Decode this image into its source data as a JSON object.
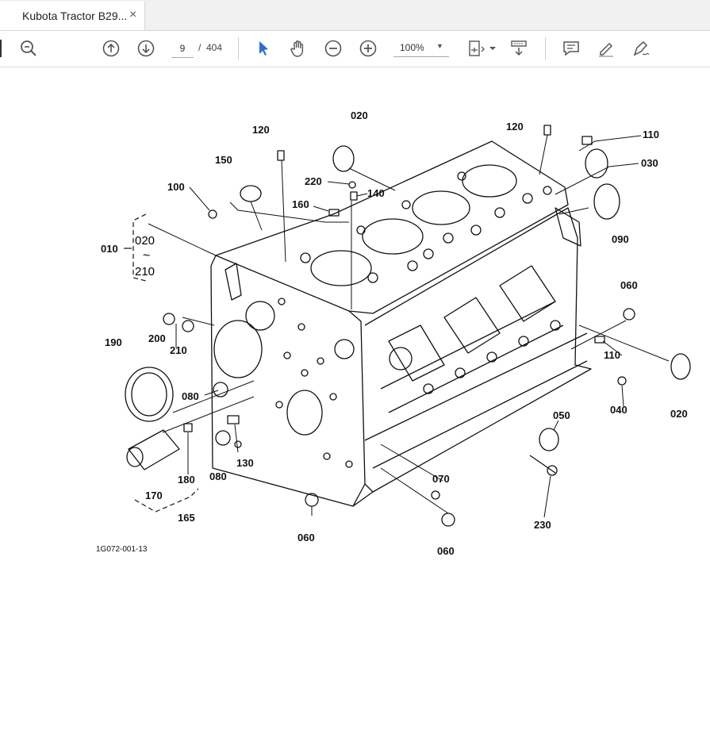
{
  "tab": {
    "title": "Kubota Tractor B29...",
    "close": "×"
  },
  "toolbar": {
    "page_current": "9",
    "page_sep": "/",
    "page_total": "404",
    "zoom": "100%",
    "zoom_caret": "▼"
  },
  "diagram": {
    "figure_id": "1G072-001-13",
    "bracket_top": "020",
    "bracket_tilde": "~",
    "bracket_bottom": "210",
    "callouts": [
      "020",
      "120",
      "120",
      "110",
      "030",
      "150",
      "220",
      "140",
      "100",
      "160",
      "090",
      "010",
      "060",
      "110",
      "190",
      "200",
      "210",
      "080",
      "020",
      "040",
      "050",
      "180",
      "080",
      "130",
      "170",
      "070",
      "230",
      "060",
      "165",
      "060"
    ]
  }
}
